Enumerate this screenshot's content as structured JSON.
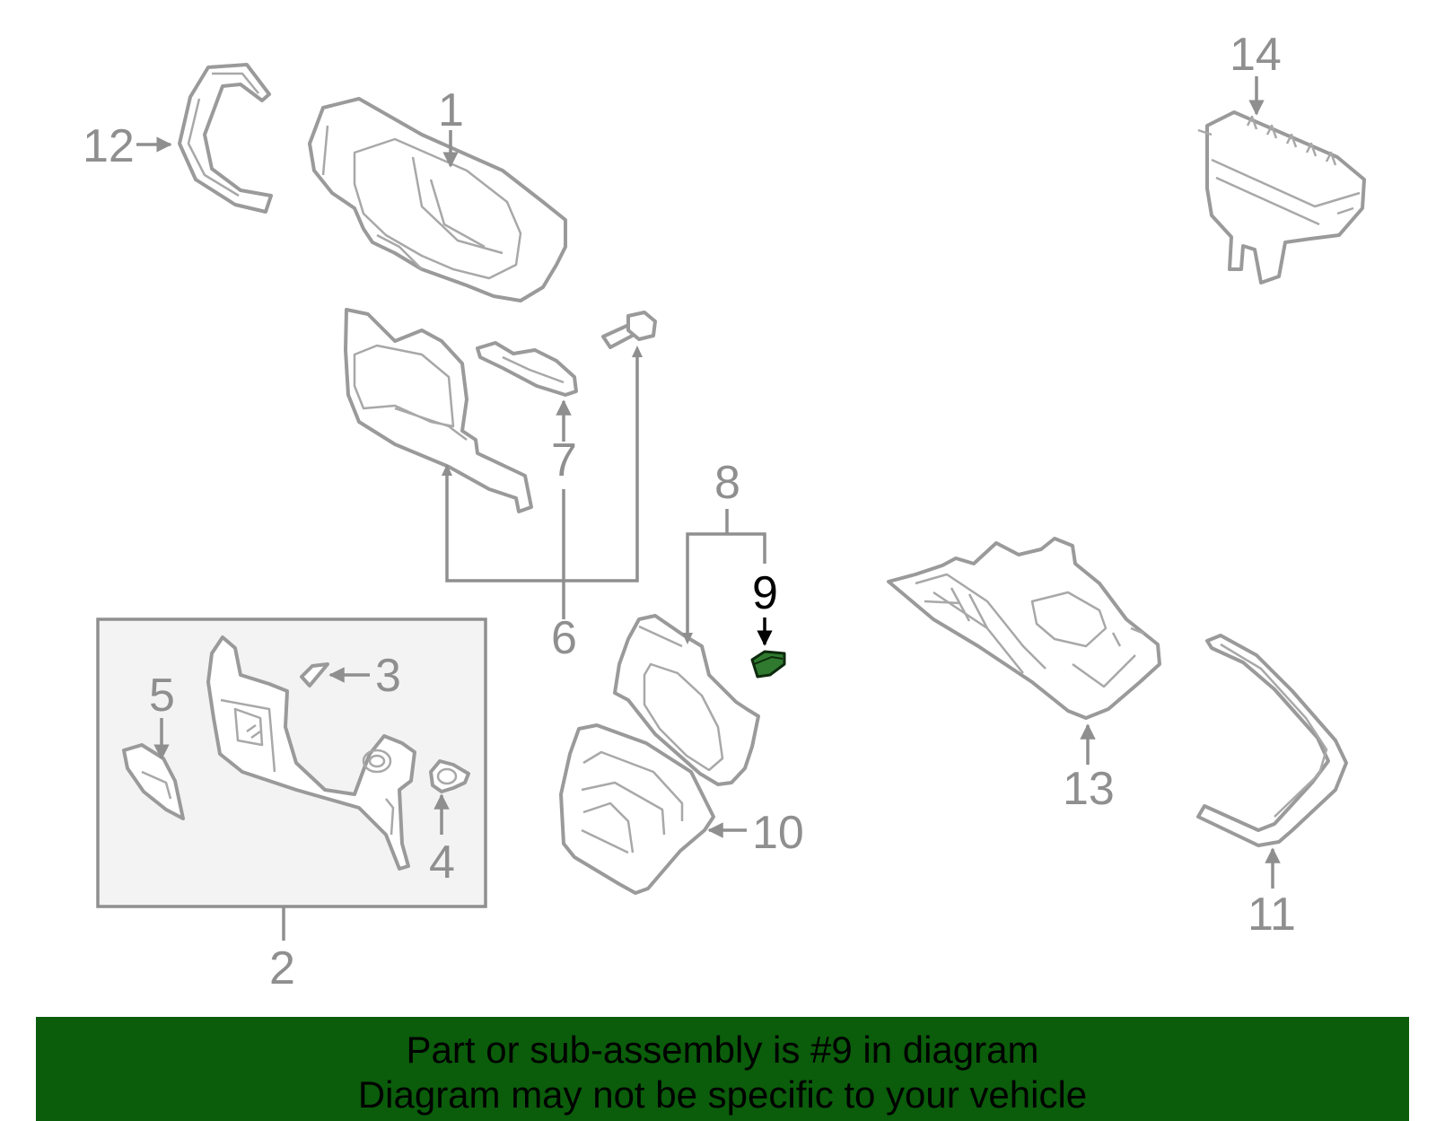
{
  "callouts": {
    "c1": "1",
    "c2": "2",
    "c3": "3",
    "c4": "4",
    "c5": "5",
    "c6": "6",
    "c7": "7",
    "c8": "8",
    "c9": "9",
    "c10": "10",
    "c11": "11",
    "c12": "12",
    "c13": "13",
    "c14": "14"
  },
  "highlighted_part": "9",
  "colors": {
    "banner": "#0b5c0b",
    "highlight_part": "#2f7a2f",
    "line_art": "#9a9a9a",
    "callout_text": "#8f8f8f"
  },
  "banner": {
    "line1": "Part or sub-assembly is #9 in diagram",
    "line2": "Diagram may not be specific to your vehicle"
  }
}
